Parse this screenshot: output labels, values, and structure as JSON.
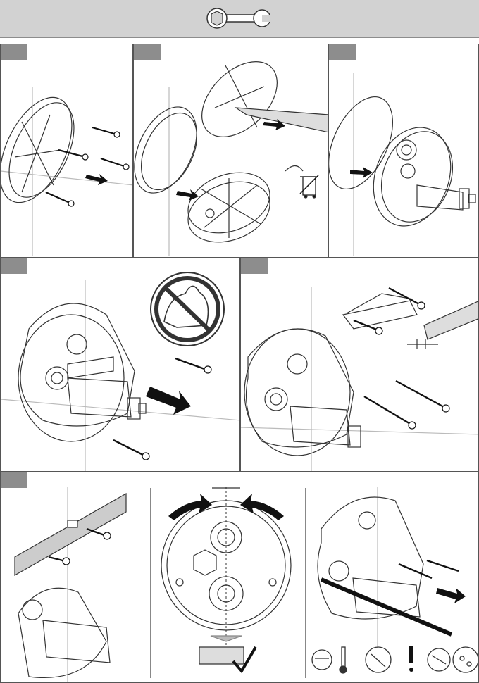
{
  "header": {
    "icon": "wrench-icon",
    "background": "#d2d2d2"
  },
  "steps": [
    {
      "id": 1,
      "label": "",
      "content": "remove-cover-screws"
    },
    {
      "id": 2,
      "label": "",
      "content": "pry-off-plaster-guard-dispose"
    },
    {
      "id": 3,
      "label": "",
      "content": "insert-valve-body"
    },
    {
      "id": 4,
      "label": "",
      "content": "fasten-screws-no-force"
    },
    {
      "id": 5,
      "label": "",
      "content": "mount-level-bracket"
    },
    {
      "id": 6,
      "label": "",
      "content": "level-align-check"
    }
  ],
  "icons": {
    "no_force": "no-force-icon",
    "trash": "trash-bin-icon",
    "checkmark": "checkmark-icon",
    "care_row": [
      "tap-icon",
      "temperature-icon",
      "cleaner-icon",
      "warning-icon",
      "spray-icon",
      "drops-icon"
    ]
  },
  "colors": {
    "tab": "#8d8d8d",
    "line": "#333333",
    "arrow": "#111111"
  }
}
